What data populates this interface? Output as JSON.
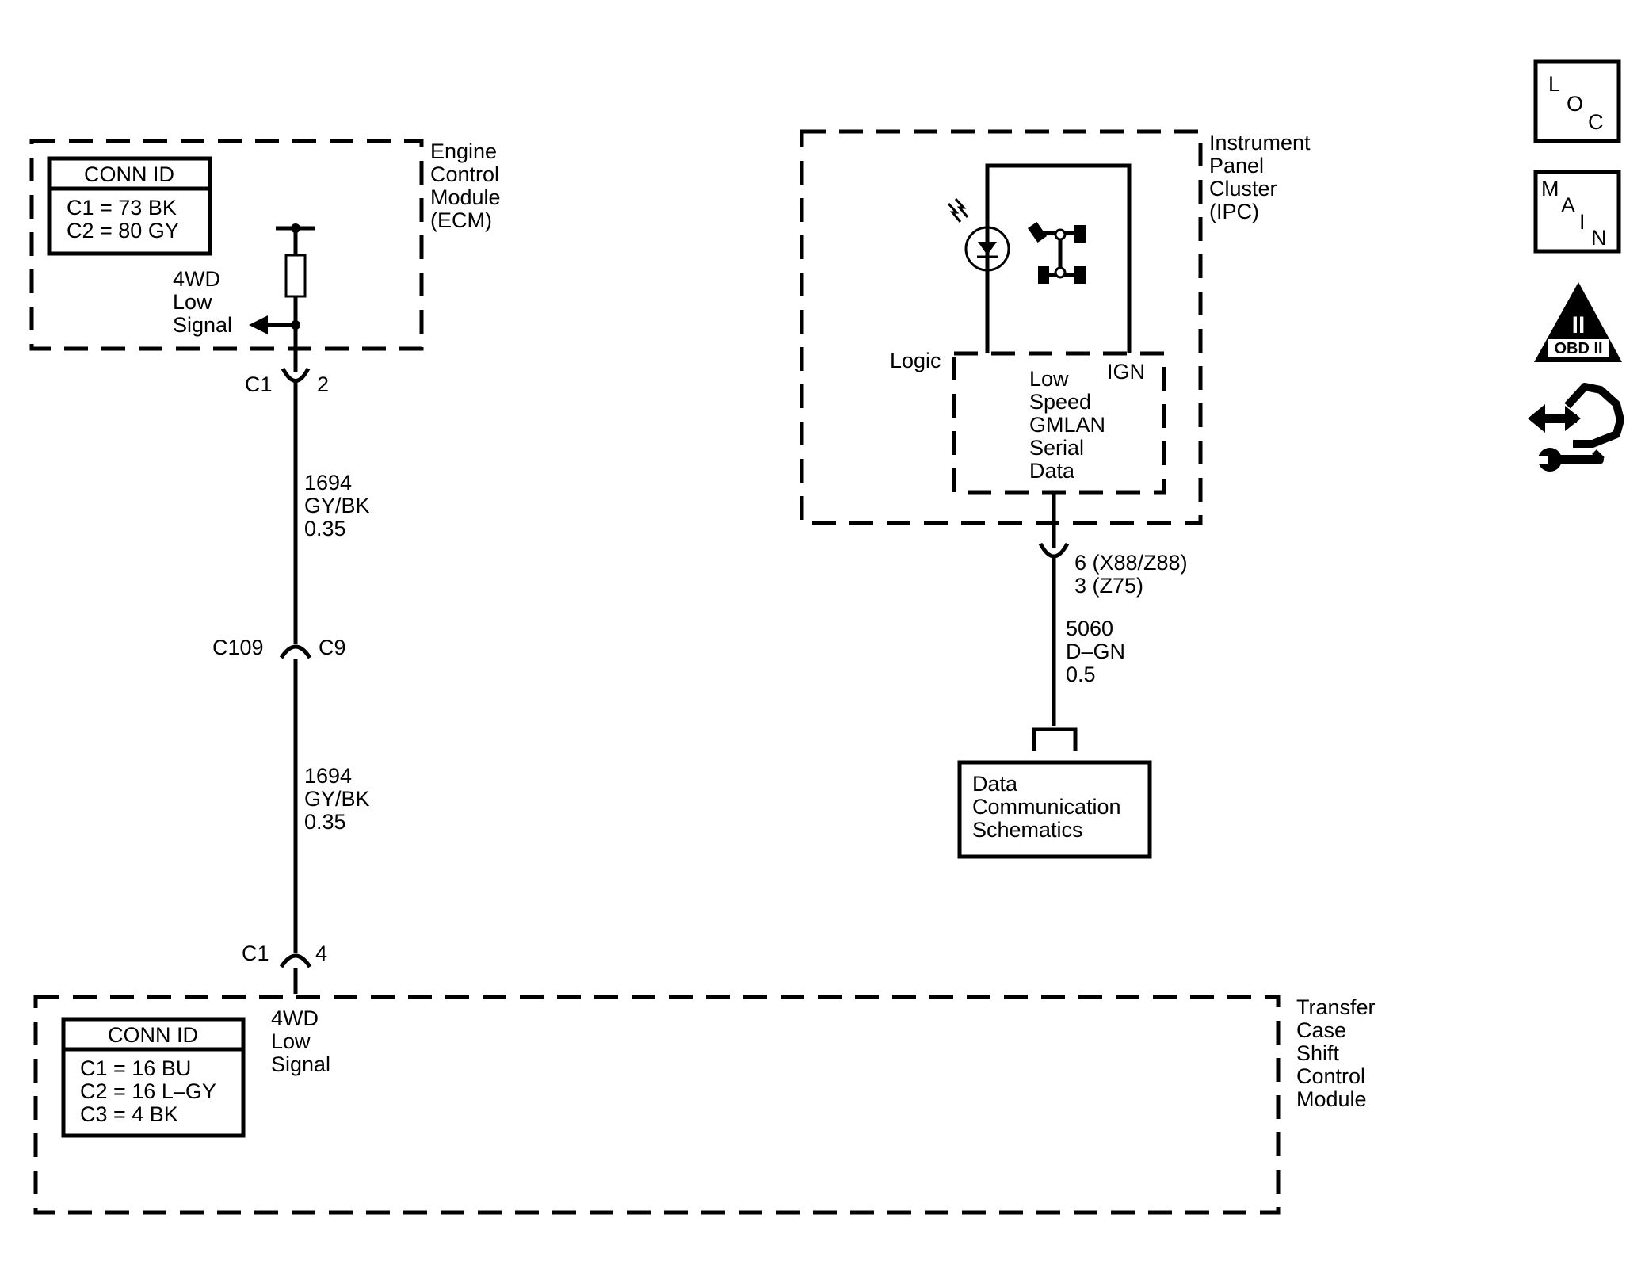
{
  "ecm": {
    "name_lines": [
      "Engine",
      "Control",
      "Module",
      "(ECM)"
    ],
    "conn_id_title": "CONN ID",
    "conn_id_rows": [
      "C1 = 73 BK",
      "C2 = 80 GY"
    ],
    "signal_lines": [
      "4WD",
      "Low",
      "Signal"
    ]
  },
  "connector_ecm": {
    "name": "C1",
    "pin": "2"
  },
  "wire1": {
    "circuit": "1694",
    "color": "GY/BK",
    "size": "0.35"
  },
  "connector_inline": {
    "left": "C109",
    "right": "C9"
  },
  "wire2": {
    "circuit": "1694",
    "color": "GY/BK",
    "size": "0.35"
  },
  "connector_tcscm": {
    "name": "C1",
    "pin": "4"
  },
  "tcscm": {
    "name_lines": [
      "Transfer",
      "Case",
      "Shift",
      "Control",
      "Module"
    ],
    "conn_id_title": "CONN ID",
    "conn_id_rows": [
      "C1 = 16 BU",
      "C2 = 16 L–GY",
      "C3 = 4 BK"
    ],
    "signal_lines": [
      "4WD",
      "Low",
      "Signal"
    ]
  },
  "ipc": {
    "name_lines": [
      "Instrument",
      "Panel",
      "Cluster",
      "(IPC)"
    ],
    "logic_label": "Logic",
    "ign_label": "IGN",
    "serial_lines": [
      "Low",
      "Speed",
      "GMLAN",
      "Serial",
      "Data"
    ]
  },
  "connector_ipc": {
    "pin_lines": [
      "6 (X88/Z88)",
      "3 (Z75)"
    ]
  },
  "wire3": {
    "circuit": "5060",
    "color": "D–GN",
    "size": "0.5"
  },
  "data_comm": {
    "lines": [
      "Data",
      "Communication",
      "Schematics"
    ]
  },
  "nav": {
    "loc": [
      "L",
      "O",
      "C"
    ],
    "main": [
      "M",
      "A",
      "I",
      "N"
    ],
    "obd": {
      "numeral": "II",
      "label": "OBD II"
    }
  }
}
